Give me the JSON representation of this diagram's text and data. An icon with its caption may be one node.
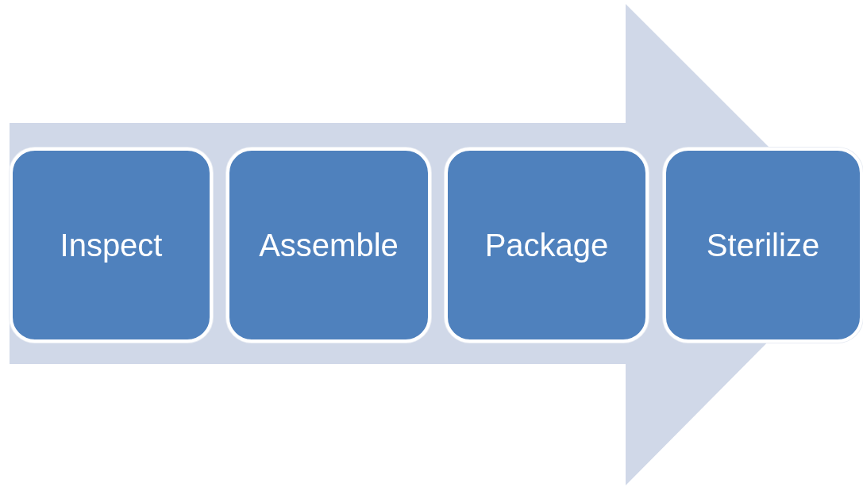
{
  "diagram": {
    "nodes": [
      {
        "text": [
          "Inspect"
        ]
      },
      {
        "text": [
          "Assemble"
        ]
      },
      {
        "text": [
          "Package"
        ]
      },
      {
        "text": [
          "Sterilize"
        ]
      }
    ],
    "edges": [
      {
        "from": 0,
        "to": 3,
        "arrow": "to"
      }
    ]
  }
}
